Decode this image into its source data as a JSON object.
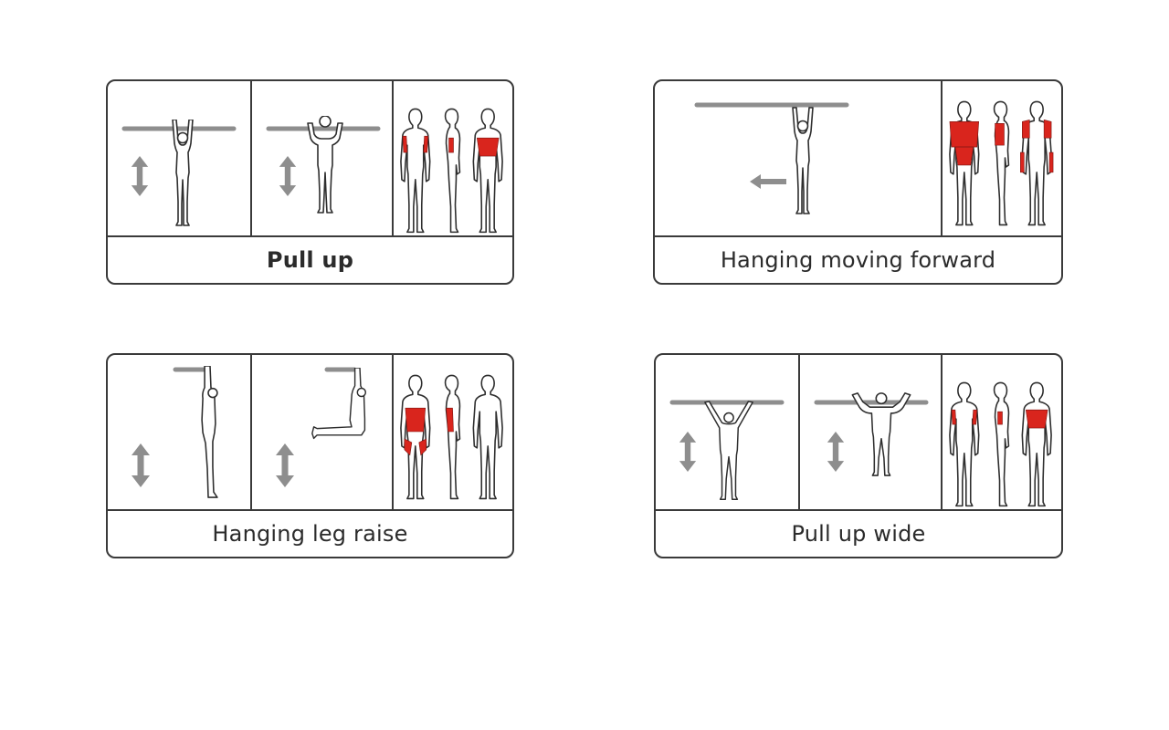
{
  "exercises": [
    {
      "id": "pull-up",
      "title": "Pull up"
    },
    {
      "id": "hanging-moving-forward",
      "title": "Hanging moving forward"
    },
    {
      "id": "hanging-leg-raise",
      "title": "Hanging leg raise"
    },
    {
      "id": "pull-up-wide",
      "title": "Pull up wide"
    }
  ],
  "colors": {
    "muscle_highlight": "#d9251d",
    "bar": "#8e8e8e",
    "outline": "#3a3a3a"
  },
  "icons": [
    "up-down-arrow-icon",
    "left-arrow-icon",
    "muscle-map-icon"
  ]
}
